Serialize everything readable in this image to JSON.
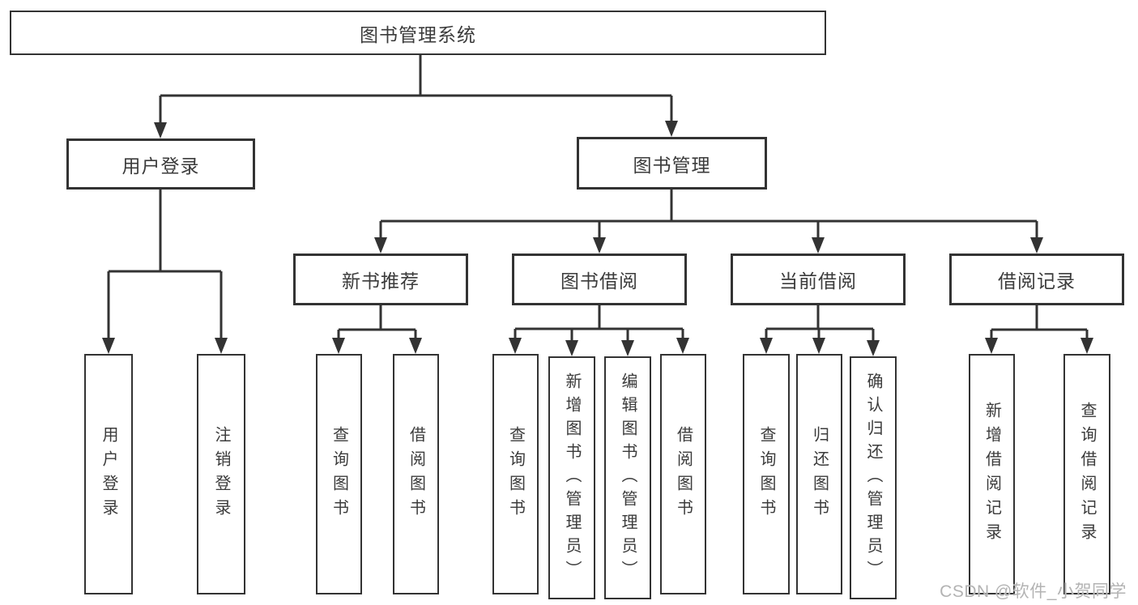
{
  "diagram": {
    "type": "tree-diagram",
    "colors": {
      "line": "#333333",
      "box_border": "#333333",
      "box_background": "#ffffff",
      "text": "#3b3b3b",
      "watermark": "#b3b3b3"
    },
    "nodes": {
      "root": "图书管理系统",
      "level2": [
        "用户登录",
        "图书管理"
      ],
      "level3": [
        "新书推荐",
        "图书借阅",
        "当前借阅",
        "借阅记录"
      ],
      "leaves": {
        "user_login": [
          "用户登录",
          "注销登录"
        ],
        "new_book_rec": [
          "查询图书",
          "借阅图书"
        ],
        "book_borrow": [
          "查询图书",
          "新增图书（管理员）",
          "编辑图书（管理员）",
          "借阅图书"
        ],
        "current_borrow": [
          "查询图书",
          "归还图书",
          "确认归还（管理员）"
        ],
        "borrow_records": [
          "新增借阅记录",
          "查询借阅记录"
        ]
      }
    },
    "watermark": "CSDN @软件_小贺同学"
  }
}
